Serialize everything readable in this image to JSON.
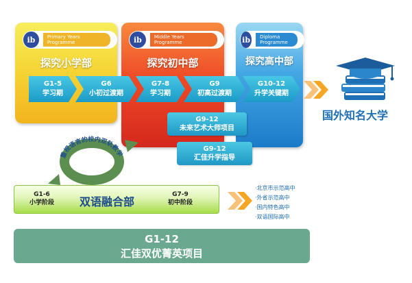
{
  "programmes": {
    "pyp": {
      "badge": "Primary Years Programme",
      "title": "探究小学部",
      "ib": "ib"
    },
    "myp": {
      "badge": "Middle Years Programme",
      "title": "探究初中部",
      "ib": "ib"
    },
    "dp": {
      "badge": "Diploma Programme",
      "title": "探究高中部",
      "ib": "ib"
    }
  },
  "stages": [
    {
      "grade": "G1-5",
      "name": "学习期"
    },
    {
      "grade": "G6",
      "name": "小初过渡期"
    },
    {
      "grade": "G7-8",
      "name": "学习期"
    },
    {
      "grade": "G9",
      "name": "初高过渡期"
    },
    {
      "grade": "G10-12",
      "name": "升学关键期"
    }
  ],
  "sub_programs": [
    {
      "grade": "G9-12",
      "name": "未来艺术大师项目"
    },
    {
      "grade": "G9-12",
      "name": "汇佳升学指导"
    }
  ],
  "cycle_text": "重视语言的校内双轨教学",
  "bilingual": {
    "title": "双语融合部",
    "left": {
      "grade": "G1-6",
      "name": "小学阶段"
    },
    "right": {
      "grade": "G7-9",
      "name": "初中阶段"
    }
  },
  "destination": {
    "label": "国外知名大学",
    "icon": "graduation-cap-books-icon"
  },
  "schools": [
    "·北京市示范高中",
    "·外省示范高中",
    "·国内特色高中",
    "·双语国际高中"
  ],
  "elite": {
    "grade": "G1-12",
    "name": "汇佳双优菁英项目"
  },
  "colors": {
    "pyp": "#f6d93a",
    "myp": "#ee4a26",
    "dp": "#44a7e4",
    "stage": "#1c9bc8",
    "green": "#a8dc4a",
    "teal": "#6aa88f",
    "orange": "#f5a623"
  }
}
